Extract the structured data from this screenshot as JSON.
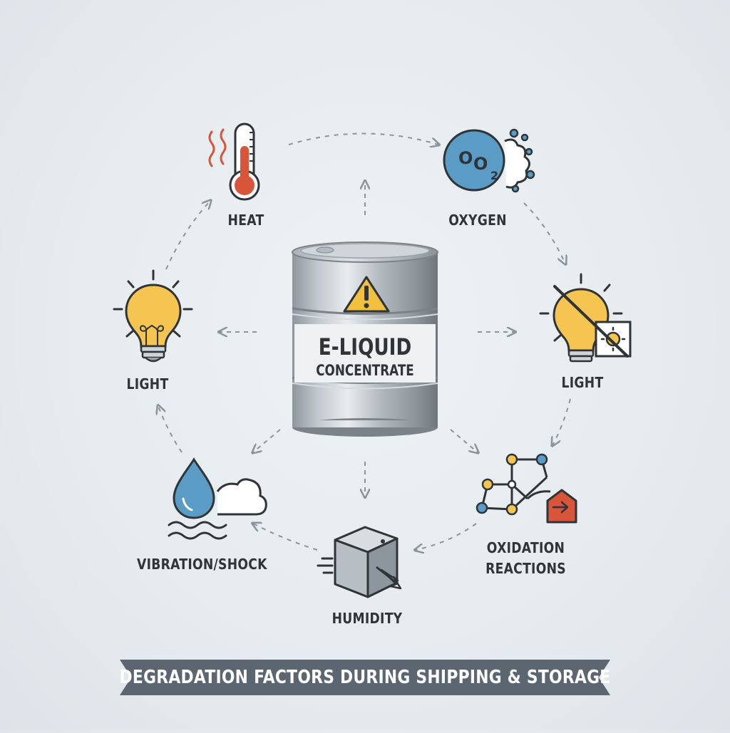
{
  "center": {
    "line1": "E-LIQUID",
    "line2": "CONCENTRATE",
    "warning_icon": "warning-triangle-icon"
  },
  "factors": {
    "heat": {
      "label": "HEAT",
      "icon": "thermometer-icon"
    },
    "oxygen": {
      "label": "OXYGEN",
      "icon": "oxygen-molecule-icon",
      "icon_text": "O",
      "icon_text_2": "O",
      "icon_sub": "2"
    },
    "light_left": {
      "label": "LIGHT",
      "icon": "lightbulb-icon"
    },
    "light_right": {
      "label": "LIGHT",
      "icon": "lightbulb-blocked-icon"
    },
    "vibration": {
      "label": "VIBRATION/SHOCK",
      "icon": "water-drop-cloud-icon"
    },
    "humidity": {
      "label": "HUMIDITY",
      "icon": "moving-box-icon"
    },
    "oxidation": {
      "label_line1": "OXIDATION",
      "label_line2": "REACTIONS",
      "icon": "molecule-network-icon"
    }
  },
  "banner": {
    "text": "DEGRADATION FACTORS DURING SHIPPING & STORAGE"
  },
  "colors": {
    "accent_red": "#d9553a",
    "accent_blue": "#5b9cc7",
    "accent_yellow": "#f5c451",
    "outline": "#2f3438",
    "arrow": "#8b949b",
    "banner": "#5b6670"
  }
}
